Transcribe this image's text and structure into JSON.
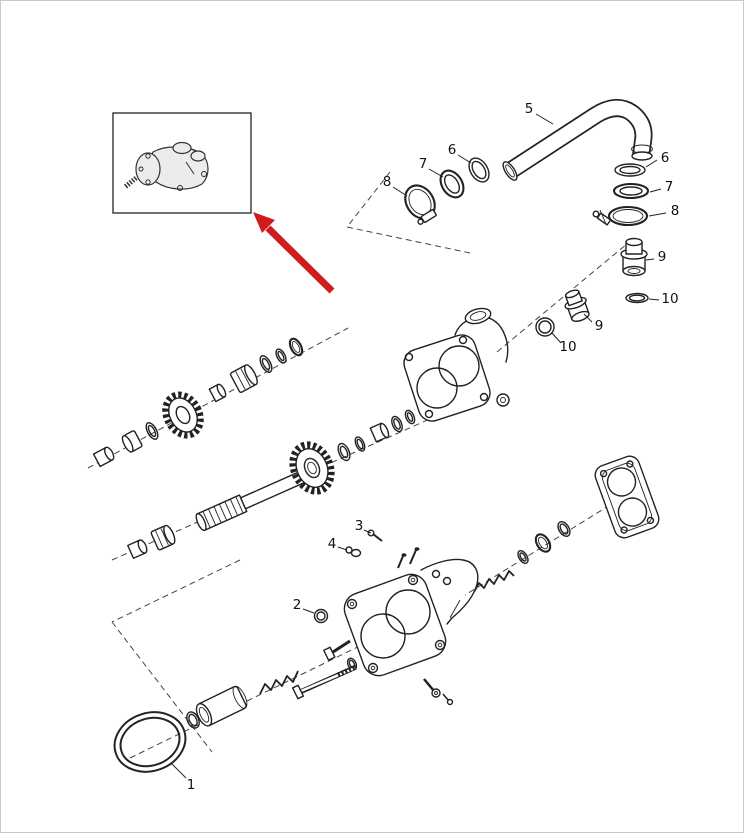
{
  "diagram": {
    "description": "exploded-parts-diagram",
    "background": "#ffffff",
    "line_color": "#222222",
    "dash_color": "#444444",
    "arrow_color": "#cf1d1d",
    "labels": {
      "part1": "1",
      "part2": "2",
      "part3": "3",
      "part4": "4",
      "part5": "5",
      "part6_left": "6",
      "part7_left": "7",
      "part8_left": "8",
      "part6_right": "6",
      "part7_right": "7",
      "part8_right": "8",
      "part9_right": "9",
      "part10_right": "10",
      "part9_middle": "9",
      "part10_middle": "10"
    }
  }
}
